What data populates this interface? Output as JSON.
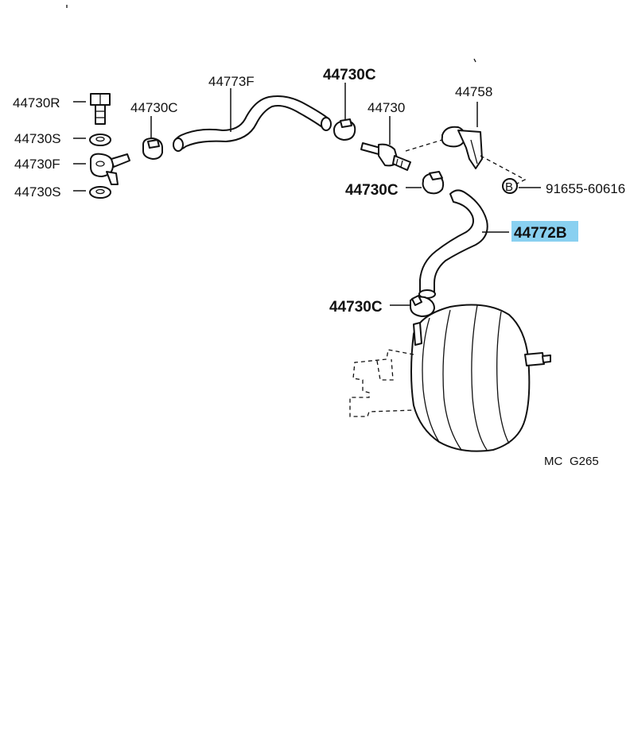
{
  "callouts": {
    "c44730R": "44730R",
    "c44730S_top": "44730S",
    "c44730F": "44730F",
    "c44730S_bottom": "44730S",
    "c44730C_left": "44730C",
    "c44773F": "44773F",
    "c44730C_top": "44730C",
    "c44730": "44730",
    "c44758": "44758",
    "c44730C_mid": "44730C",
    "c91655": "91655-60616",
    "c44772B": "44772B",
    "c44730C_bottom": "44730C",
    "bolt_marker": "B"
  },
  "highlight": {
    "part": "44772B",
    "color": "#89d0f0"
  },
  "figure_code": {
    "left": "MC",
    "right": "G265"
  }
}
